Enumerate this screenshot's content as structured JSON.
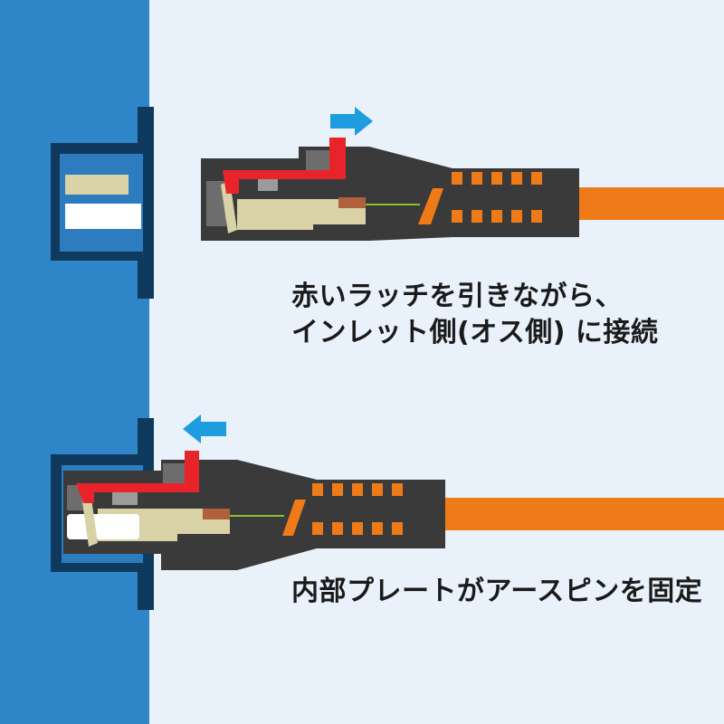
{
  "captions": {
    "connect_line1": "赤いラッチを引きながら、",
    "connect_line2": "インレット側(オス側) に接続",
    "lock": "内部プレートがアースピンを固定"
  },
  "panels": [
    {
      "name": "connect-step",
      "arrow_direction": "right"
    },
    {
      "name": "locked-step",
      "arrow_direction": "left"
    }
  ],
  "colors": {
    "background": "#e9f1fa",
    "wall": "#2e86c9",
    "inlet_frame": "#0f3a5e",
    "plug_body": "#3a3a3a",
    "latch": "#e8242a",
    "cable": "#ee7a18",
    "arrow": "#1e9ce0",
    "plate": "#d8d2a6",
    "pin": "#ffffff"
  },
  "icons": {
    "pull_arrow": "arrow-right-icon",
    "push_arrow": "arrow-left-icon"
  }
}
